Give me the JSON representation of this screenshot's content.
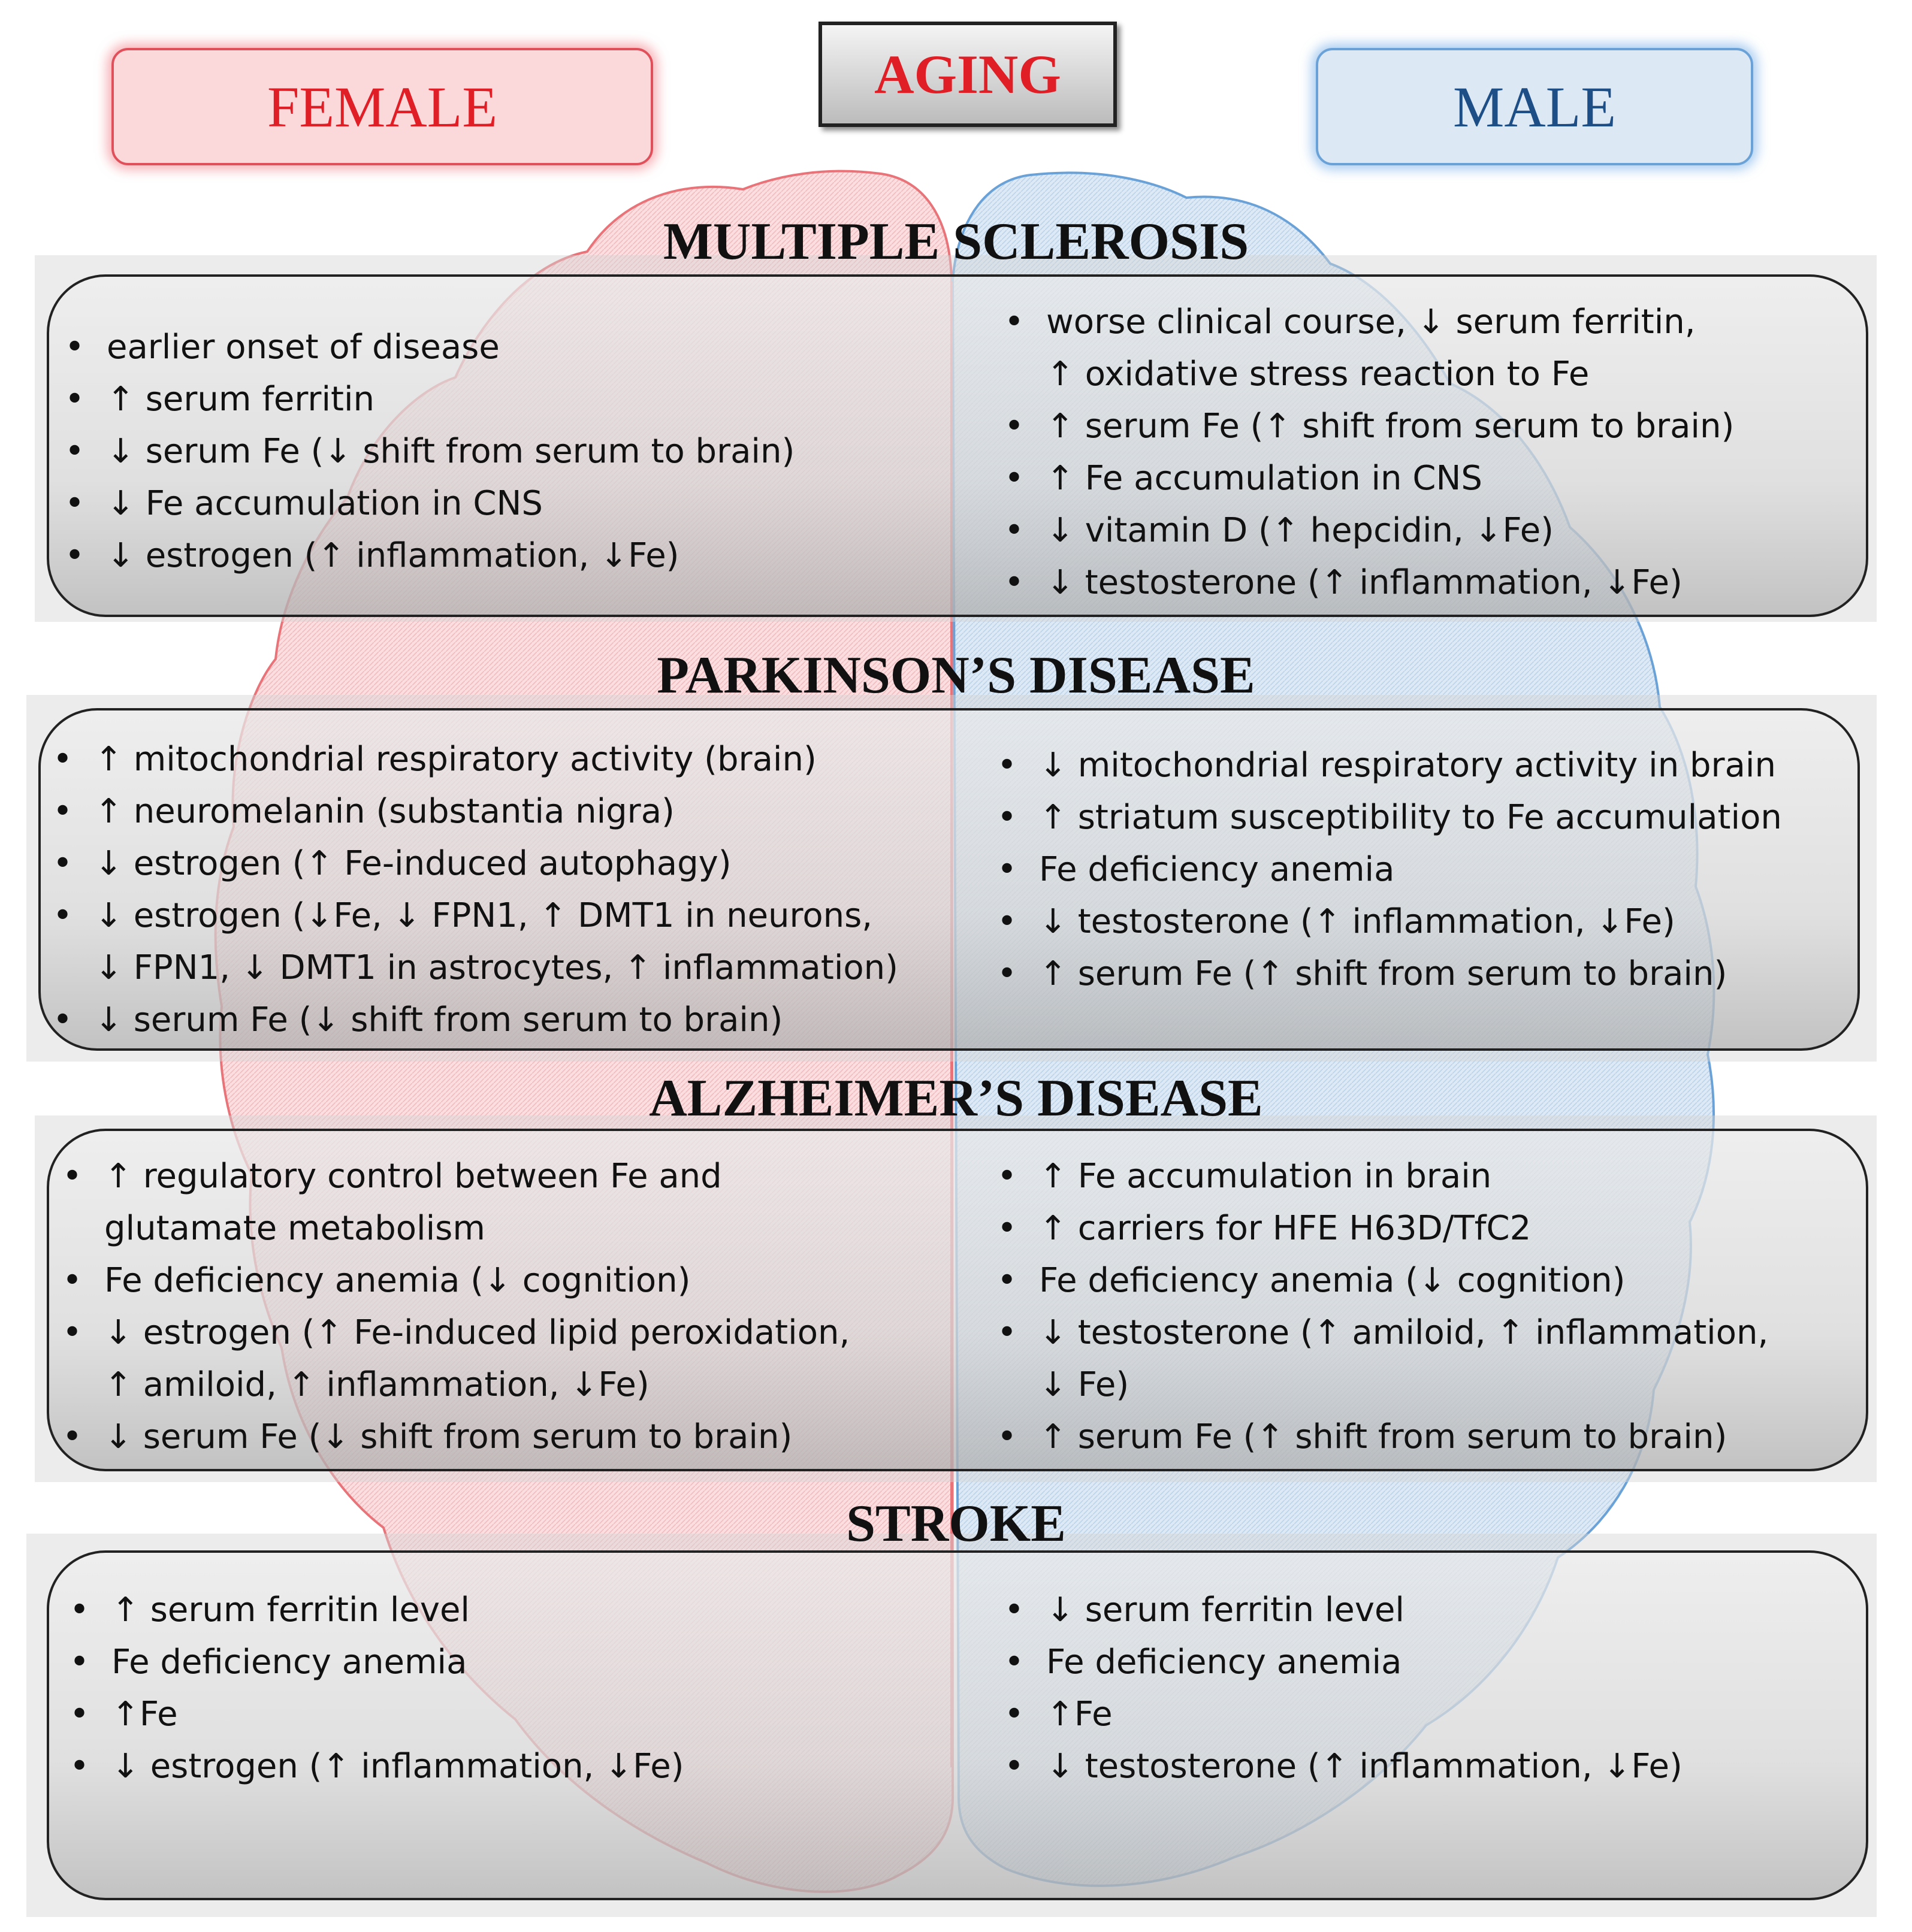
{
  "header": {
    "female": "FEMALE",
    "aging": "AGING",
    "male": "MALE"
  },
  "colors": {
    "female_fill": "#fbdfe0",
    "female_stroke": "#e8747a",
    "male_fill": "#dde9f5",
    "male_stroke": "#6aa2d8",
    "female_title": "#e01e26",
    "male_title": "#1d4e86",
    "aging_title": "#e01e26"
  },
  "sections": [
    {
      "title": "MULTIPLE SCLEROSIS",
      "female": [
        [
          "earlier onset of disease"
        ],
        [
          "↑ serum ferritin"
        ],
        [
          "↓ serum Fe (↓ shift from serum to brain)"
        ],
        [
          "↓ Fe accumulation in CNS"
        ],
        [
          "↓ estrogen (↑ inflammation, ↓Fe)"
        ]
      ],
      "male": [
        [
          "worse clinical course, ↓ serum ferritin,",
          "↑ oxidative stress reaction to Fe"
        ],
        [
          "↑ serum Fe (↑ shift from serum to brain)"
        ],
        [
          "↑ Fe accumulation in CNS"
        ],
        [
          "↓ vitamin D (↑ hepcidin, ↓Fe)"
        ],
        [
          "↓ testosterone (↑ inflammation, ↓Fe)"
        ]
      ]
    },
    {
      "title": "PARKINSON’S DISEASE",
      "female": [
        [
          "↑ mitochondrial respiratory activity (brain)"
        ],
        [
          "↑ neuromelanin (substantia nigra)"
        ],
        [
          "↓ estrogen (↑ Fe-induced autophagy)"
        ],
        [
          "↓ estrogen (↓Fe, ↓ FPN1, ↑ DMT1 in neurons,",
          "↓ FPN1, ↓ DMT1 in astrocytes, ↑ inflammation)"
        ],
        [
          "↓ serum Fe (↓ shift from serum to brain)"
        ]
      ],
      "male": [
        [
          "↓ mitochondrial respiratory activity in brain"
        ],
        [
          "↑ striatum susceptibility to Fe accumulation"
        ],
        [
          "Fe deficiency anemia"
        ],
        [
          "↓ testosterone (↑ inflammation, ↓Fe)"
        ],
        [
          "↑ serum Fe (↑ shift from serum to brain)"
        ]
      ]
    },
    {
      "title": "ALZHEIMER’S DISEASE",
      "female": [
        [
          "↑ regulatory control between Fe and",
          "glutamate metabolism"
        ],
        [
          "Fe deficiency anemia (↓ cognition)"
        ],
        [
          "↓ estrogen (↑ Fe-induced lipid peroxidation,",
          "↑ amiloid, ↑ inflammation, ↓Fe)"
        ],
        [
          "↓ serum Fe (↓ shift from serum to brain)"
        ]
      ],
      "male": [
        [
          "↑ Fe accumulation in brain"
        ],
        [
          "↑ carriers for HFE H63D/TfC2"
        ],
        [
          "Fe deficiency anemia (↓ cognition)"
        ],
        [
          "↓ testosterone (↑ amiloid, ↑ inflammation,",
          "↓ Fe)"
        ],
        [
          "↑ serum Fe (↑ shift from serum to brain)"
        ]
      ]
    },
    {
      "title": "STROKE",
      "female": [
        [
          "↑ serum ferritin level"
        ],
        [
          "Fe deficiency anemia"
        ],
        [
          "↑Fe"
        ],
        [
          "↓ estrogen (↑ inflammation, ↓Fe)"
        ]
      ],
      "male": [
        [
          "↓ serum ferritin level"
        ],
        [
          "Fe deficiency anemia"
        ],
        [
          "↑Fe"
        ],
        [
          "↓ testosterone (↑ inflammation, ↓Fe)"
        ]
      ]
    }
  ]
}
